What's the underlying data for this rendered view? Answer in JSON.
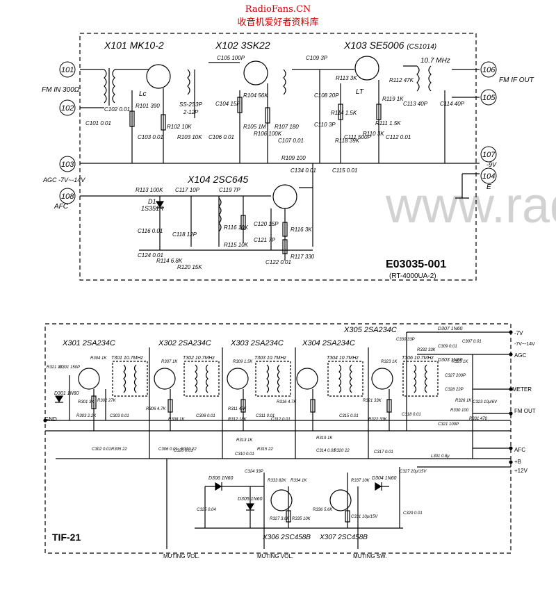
{
  "header": {
    "site": "RadioFans.CN",
    "subtitle": "收音机爱好者资料库"
  },
  "watermark": "www.rad",
  "upper": {
    "transistors": [
      {
        "ref": "X101",
        "part": "MK10-2"
      },
      {
        "ref": "X102",
        "part": "3SK22"
      },
      {
        "ref": "X103",
        "part": "SE5006",
        "alt": "(CS1014)"
      },
      {
        "ref": "X104",
        "part": "2SC645"
      }
    ],
    "terminals": [
      {
        "id": "101",
        "label": "FM IN 300Ω"
      },
      {
        "id": "102",
        "label": ""
      },
      {
        "id": "103",
        "label": "AGC -7V~-14V"
      },
      {
        "id": "108",
        "label": "AFC"
      },
      {
        "id": "106",
        "label": "FM IF OUT"
      },
      {
        "id": "105",
        "label": ""
      },
      {
        "id": "107",
        "label": "-9V"
      },
      {
        "id": "104",
        "label": "E"
      }
    ],
    "labels": [
      "10.7 MHz",
      "Lc",
      "LT",
      "D1",
      "1S351R",
      "SS-2S3P",
      "2-12P"
    ],
    "components": [
      "C105 100P",
      "C109 3P",
      "R112 47K",
      "C113 40P",
      "C114 40P",
      "C103 0.01",
      "C101 0.01",
      "R101 390",
      "R102 10K",
      "R103 10K",
      "C102 0.01",
      "C104 15P",
      "R104 56K",
      "C106 0.01",
      "R105 1M",
      "R106 100K",
      "R107 180",
      "C107 0.01",
      "C108 20P",
      "R113 3K",
      "C110 3P",
      "R114 1.5K",
      "R118 39K",
      "C111 500P",
      "R119 1K",
      "R110 3K",
      "R111 1.5K",
      "C112 0.01",
      "R109 100",
      "C134 0.01",
      "C115 0.01",
      "R113 100K",
      "C117 10P",
      "C119 7P",
      "C116 0.01",
      "C118 12P",
      "C124 0.01",
      "R114 6.8K",
      "R120 15K",
      "R116 10K",
      "R115 10K",
      "C120 15P",
      "C121 7P",
      "R116 3K",
      "R117 330",
      "C122 0.01"
    ],
    "code": "E03035-001",
    "model": "(RT-4000UA-2)"
  },
  "lower": {
    "transistors": [
      {
        "ref": "X301",
        "part": "2SA234C"
      },
      {
        "ref": "X302",
        "part": "2SA234C"
      },
      {
        "ref": "X303",
        "part": "2SA234C"
      },
      {
        "ref": "X304",
        "part": "2SA234C"
      },
      {
        "ref": "X305",
        "part": "2SA234C"
      },
      {
        "ref": "X306",
        "part": "2SC458B"
      },
      {
        "ref": "X307",
        "part": "2SC458B"
      }
    ],
    "transformers": [
      "T301 10.7MHz",
      "T302 10.7MHz",
      "T303 10.7MHz",
      "T304 10.7MHz",
      "T306 10.7MHz"
    ],
    "terminals_right": [
      "-7V",
      "-7V~-14V",
      "AGC",
      "METER",
      "FM OUT",
      "AFC",
      "+B",
      "+12V"
    ],
    "terminal_left": "GND",
    "diodes": [
      "D301 1N60",
      "D306 1N60",
      "D305 1N60",
      "D304 1N60",
      "D307 1N60",
      "D303 1N60"
    ],
    "components": [
      "R321 1K",
      "C301 150P",
      "R301 3K",
      "R302 27K",
      "C302 0.01",
      "R303 2.2K",
      "R304 1K",
      "R305 22",
      "C303 0.01",
      "R306 4.7K",
      "R307 1K",
      "C306 0.01",
      "R310 22",
      "R308 1K",
      "C308 0.01",
      "R309 1.5K",
      "R311 47K",
      "R312 18K",
      "R313 1K",
      "C311 0.01",
      "C310 0.01",
      "R315 22",
      "R316 4.7K",
      "C312 0.01",
      "R319 1K",
      "C314 0.01",
      "R320 22",
      "R321 33K",
      "R322 33K",
      "R323 1K",
      "C315 0.01",
      "C317 0.01",
      "C318 0.01",
      "C330 33P",
      "R332 33K",
      "C307 0.01",
      "C309 0.01",
      "R325 1K",
      "C327 200P",
      "C328 22P",
      "R326 1K",
      "C323 10μ/6V",
      "R331 470",
      "C321 100P",
      "R330 100",
      "L301 0.8μ",
      "C327 20μ/15V",
      "C324 33P",
      "R333 82K",
      "R334 1K",
      "R335 10K",
      "R336 5.6K",
      "R337 10K",
      "C325 0.04",
      "C326 0.01",
      "C329 0.01",
      "C331 10μ/15V",
      "R327 3.6K"
    ],
    "code": "TIF-21",
    "bottom_labels": [
      "MUTING VOL.",
      "MUTING VOL.",
      "MUTING SW."
    ]
  }
}
